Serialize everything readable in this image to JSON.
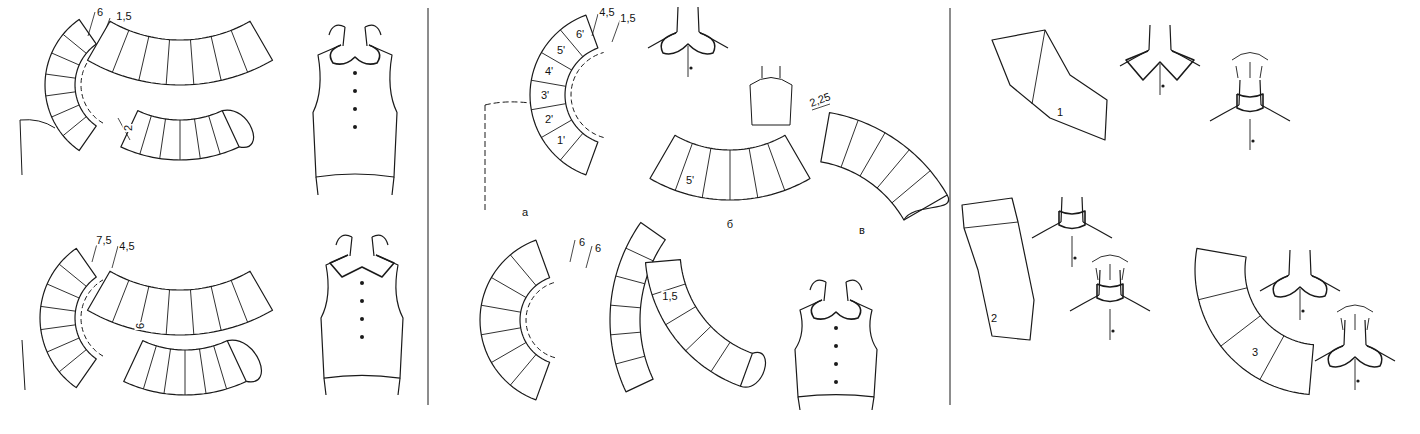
{
  "diagram": {
    "labels": [
      "6",
      "1,5",
      "2",
      "7,5",
      "4,5",
      "6",
      "4,5",
      "1,5",
      "6'",
      "5'",
      "4'",
      "3'",
      "2'",
      "1'",
      "а",
      "5'",
      "б",
      "2,25",
      "в",
      "6",
      "6",
      "1,5",
      "1",
      "2",
      "3"
    ]
  }
}
